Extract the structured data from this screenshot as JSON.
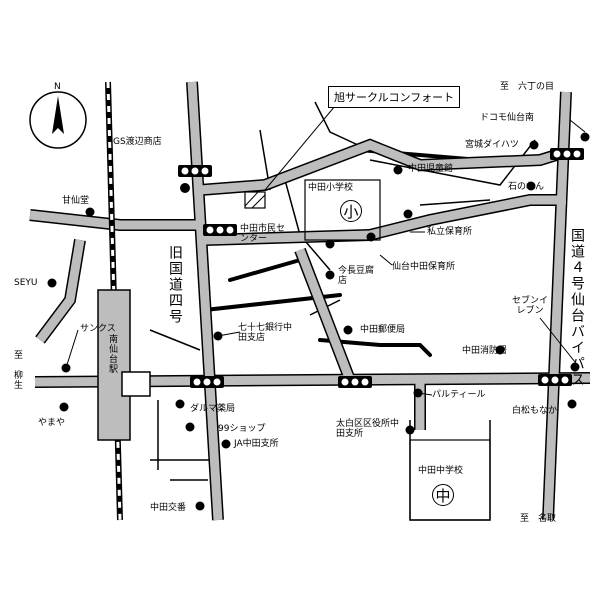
{
  "callout": {
    "label": "旭サークルコンフォート"
  },
  "compass": {
    "north_label": "N"
  },
  "schools": {
    "elementary_mark": "小",
    "junior_high_mark": "中"
  },
  "labels": {
    "to_rokuchome": "至　六丁の目",
    "docomo": "ドコモ仙台南",
    "miyagi_daihatsu": "宮城ダイハツ",
    "ishinoren": "石のれん",
    "gs_watanabe": "GS渡辺商店",
    "kansendo": "甘仙堂",
    "seyu": "SEYU",
    "sankusu": "サンクス",
    "to_yanagiu": "至　柳生",
    "yamaya": "やまや",
    "minami_sendai_station": "南仙台駅",
    "old_route4": "旧国道四号",
    "route4_bypass": "国道４号仙台バイパス",
    "nakata_elementary": "中田小学校",
    "nakata_jidokan": "中田児童館",
    "nakata_shimin_center": "中田市民センター",
    "shiritsu_hoikusho": "私立保育所",
    "sendai_nakata_hoikusho": "仙台中田保育所",
    "imacho_tofu": "今長豆腐店",
    "seven_eleven": "セブンイレブン",
    "bank77": "七十七銀行中田支店",
    "nakata_post": "中田郵便局",
    "nakata_fire": "中田消防署",
    "parutiiru": "パルティール",
    "shiramatsu_monaka": "白松もなか",
    "daruma_pharmacy": "ダルマ薬局",
    "shop99": "99ショップ",
    "ja_nakata": "JA中田支所",
    "taihaku_ward_office": "太白区区役所中田支所",
    "nakata_junior_high": "中田中学校",
    "nakata_koban": "中田交番",
    "to_natori": "至　名取"
  }
}
